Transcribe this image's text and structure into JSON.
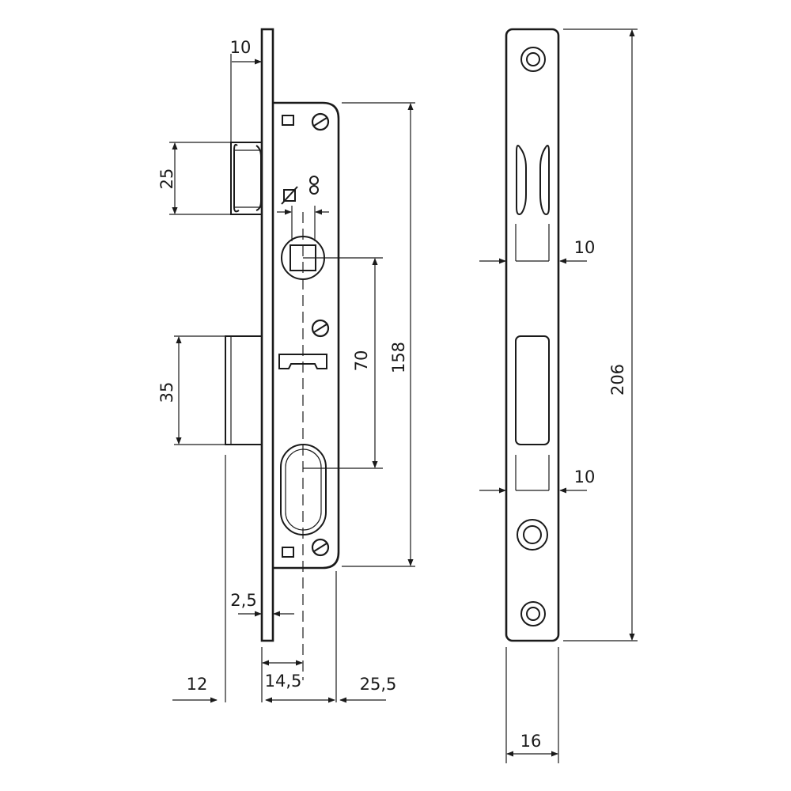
{
  "colors": {
    "line": "#1a1a1a",
    "background": "#ffffff"
  },
  "views": {
    "lock_body": {
      "dims": {
        "faceplate_offset": "10",
        "latch_height": "25",
        "bolt_height": "35",
        "follower_to_cylinder": "70",
        "case_height": "158",
        "bolt_projection_2": "2,5",
        "bolt_throw": "12",
        "backset": "14,5",
        "case_depth": "25,5"
      }
    },
    "strike_plate": {
      "dims": {
        "upper_clearance": "10",
        "lower_clearance": "10",
        "plate_height": "206",
        "plate_width": "16"
      }
    }
  }
}
